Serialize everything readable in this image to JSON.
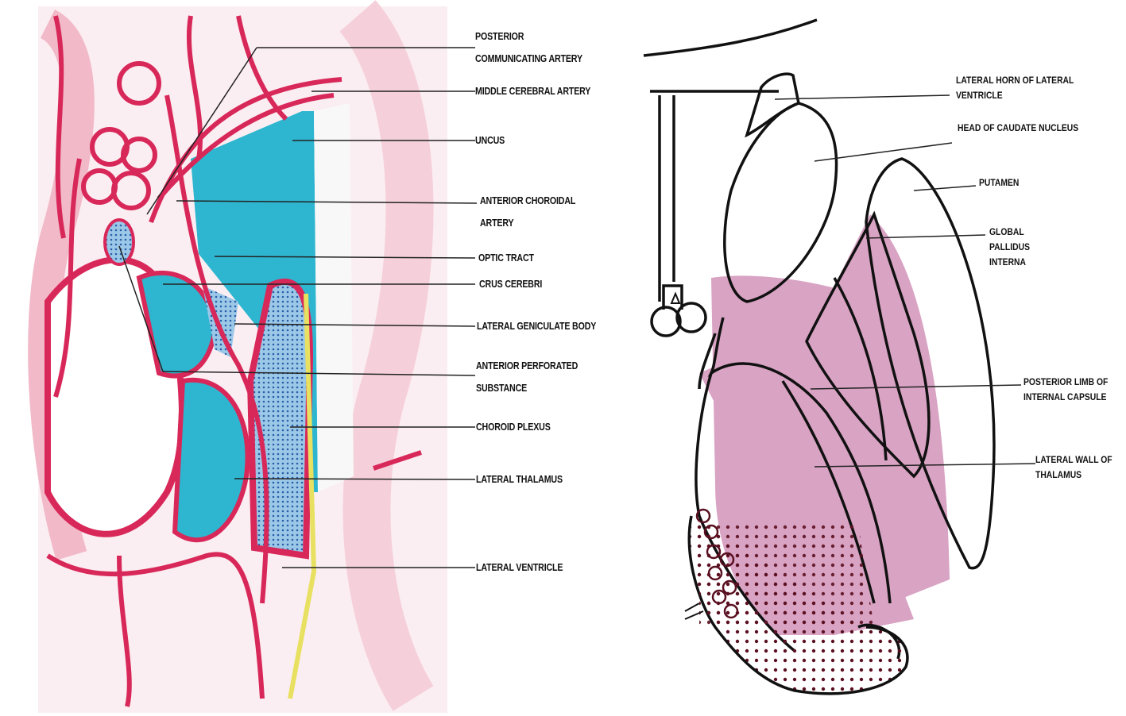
{
  "left_panel": {
    "labels": [
      {
        "lines": [
          "POSTERIOR",
          "COMMUNICATING ARTERY"
        ]
      },
      {
        "lines": [
          "MIDDLE CEREBRAL ARTERY"
        ]
      },
      {
        "lines": [
          "UNCUS"
        ]
      },
      {
        "lines": [
          "ANTERIOR CHOROIDAL",
          "ARTERY"
        ]
      },
      {
        "lines": [
          "OPTIC TRACT"
        ]
      },
      {
        "lines": [
          "CRUS CEREBRI"
        ]
      },
      {
        "lines": [
          "LATERAL GENICULATE BODY"
        ]
      },
      {
        "lines": [
          "ANTERIOR PERFORATED",
          "SUBSTANCE"
        ]
      },
      {
        "lines": [
          "CHOROID PLEXUS"
        ]
      },
      {
        "lines": [
          "LATERAL THALAMUS"
        ]
      },
      {
        "lines": [
          "LATERAL VENTRICLE"
        ]
      }
    ],
    "colors": {
      "artery": "#d8285a",
      "ventricle": "#2eb6d0",
      "plexus": "#3a6fb0",
      "pale": "#f4c8d4",
      "yellow": "#e8e060"
    }
  },
  "right_panel": {
    "labels": [
      {
        "lines": [
          "LATERAL HORN OF LATERAL",
          "VENTRICLE"
        ]
      },
      {
        "lines": [
          "HEAD OF CAUDATE NUCLEUS"
        ]
      },
      {
        "lines": [
          "PUTAMEN"
        ]
      },
      {
        "lines": [
          "GLOBAL",
          "PALLIDUS",
          "INTERNA"
        ]
      },
      {
        "lines": [
          "POSTERIOR LIMB OF",
          "INTERNAL CAPSULE"
        ]
      },
      {
        "lines": [
          "LATERAL WALL OF",
          "THALAMUS"
        ]
      }
    ],
    "colors": {
      "capsule": "#d9a3c4",
      "outline": "#111111",
      "dots": "#5a1020"
    }
  }
}
